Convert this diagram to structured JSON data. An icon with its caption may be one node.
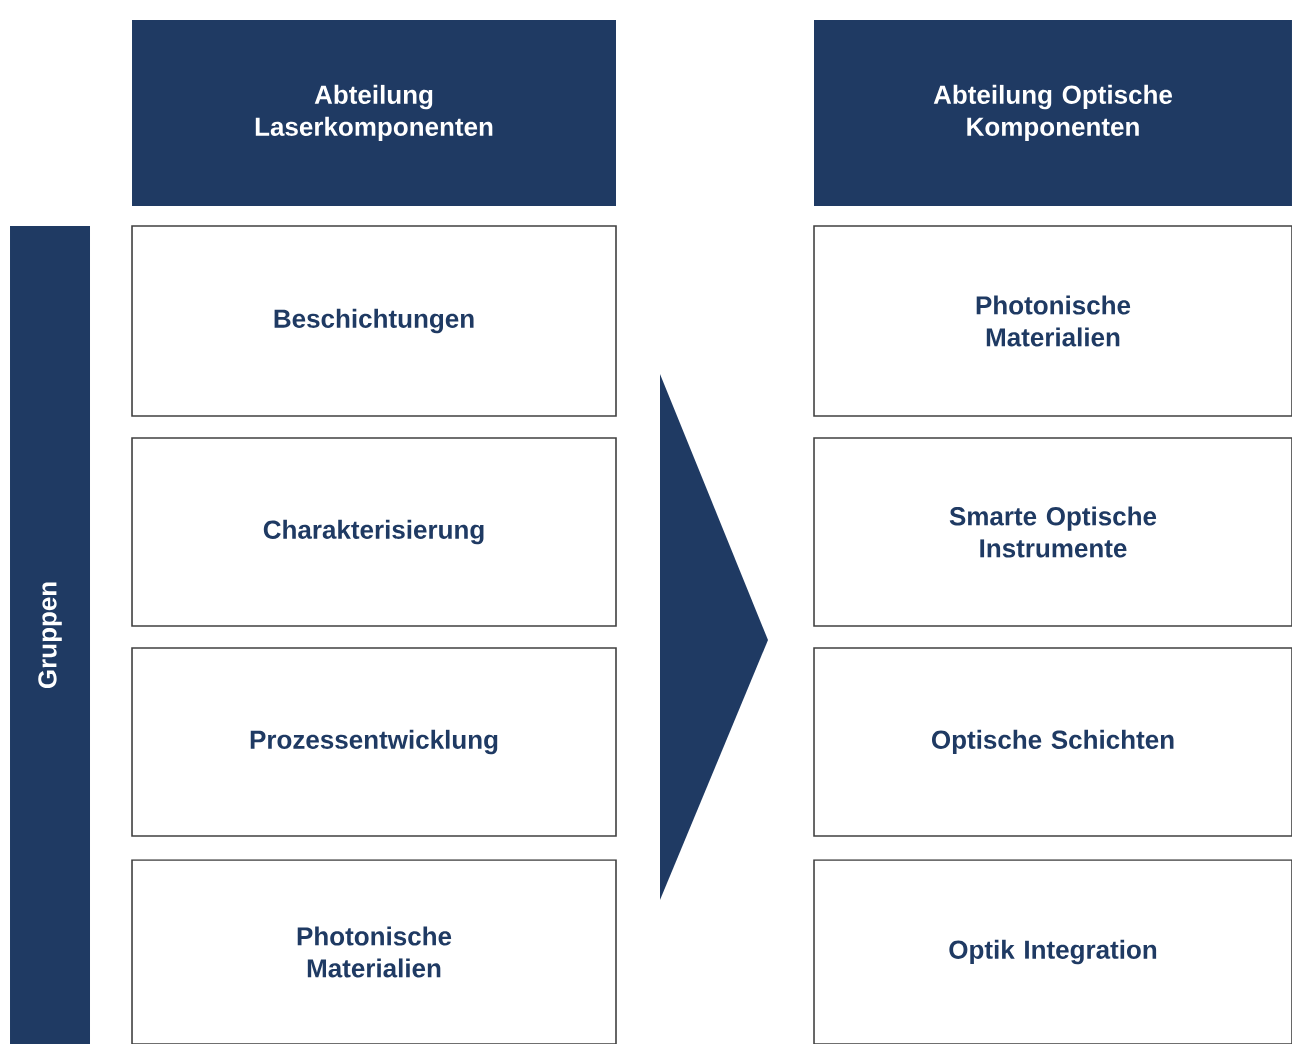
{
  "diagram": {
    "nodes": [
      {
        "text": [
          "Abteilung Laserkomponenten"
        ]
      },
      {
        "text": [
          "Abteilung Optische Komponenten"
        ]
      },
      {
        "text": [
          "Gruppen"
        ]
      },
      {
        "text": [
          "Beschichtungen"
        ]
      },
      {
        "text": [
          "Charakterisierung"
        ]
      },
      {
        "text": [
          "Prozessentwicklung"
        ]
      },
      {
        "text": [
          "Photonische Materialien"
        ]
      },
      {
        "text": [
          "Photonische Materialien"
        ]
      },
      {
        "text": [
          "Smarte Optische Instrumente"
        ]
      },
      {
        "text": [
          "Optische Schichten"
        ]
      },
      {
        "text": [
          "Optik Integration"
        ]
      }
    ]
  }
}
